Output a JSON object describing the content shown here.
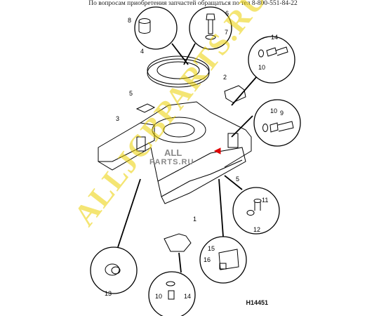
{
  "header_text": "По вопросам приобретения запчастей обращаться по тел 8-800-551-84-22",
  "drawing_code": "H14451",
  "watermark_text": "ALLJCBPARTS.RU",
  "logo": {
    "line1": "ALL",
    "line2": "PARTS.RU"
  },
  "callouts": {
    "c1": "1",
    "c2": "2",
    "c3": "3",
    "c4": "4",
    "c5a": "5",
    "c5b": "5",
    "c6": "6",
    "c7": "7",
    "c8": "8",
    "c9": "9",
    "c10a": "10",
    "c10b": "10",
    "c10c": "10",
    "c11": "11",
    "c12": "12",
    "c13": "13",
    "c14a": "14",
    "c14b": "14",
    "c15": "15",
    "c16": "16"
  }
}
